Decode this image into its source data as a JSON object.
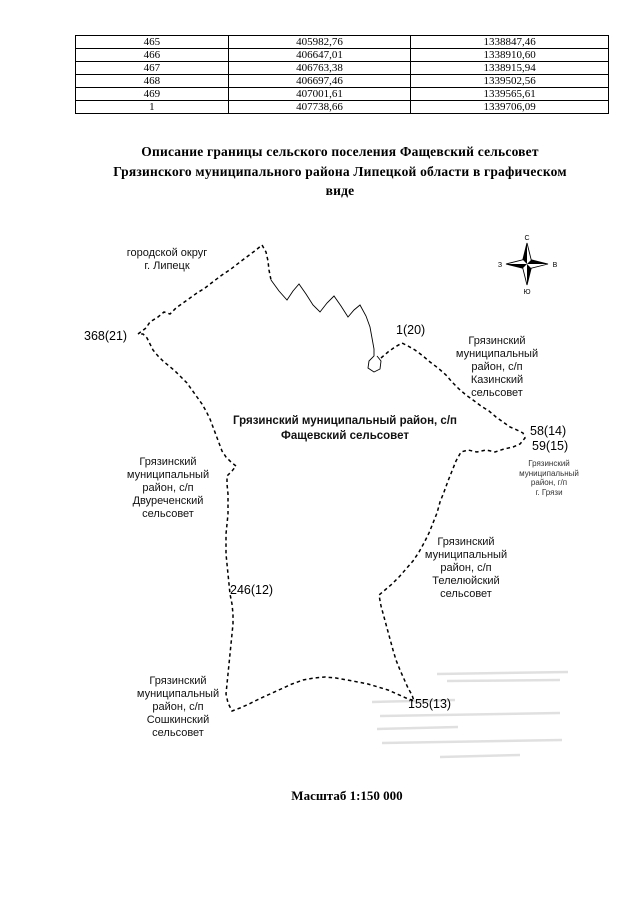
{
  "document": {
    "title": "Описание границы сельского поселения Фащевский сельсовет\nГрязинского муниципального района Липецкой области в графическом\nвиде"
  },
  "table": {
    "rows": [
      [
        "465",
        "405982,76",
        "1338847,46"
      ],
      [
        "466",
        "406647,01",
        "1338910,60"
      ],
      [
        "467",
        "406763,38",
        "1338915,94"
      ],
      [
        "468",
        "406697,46",
        "1339502,56"
      ],
      [
        "469",
        "407001,61",
        "1339565,61"
      ],
      [
        "1",
        "407738,66",
        "1339706,09"
      ]
    ]
  },
  "map": {
    "labels": {
      "lipetsk": "городской округ\nг. Липецк",
      "kazinsky": "Грязинский\nмуниципальный\nрайон, с/п\nКазинский\nсельсовет",
      "fashchevsky": "Грязинский муниципальный район, с/п\nФащевский сельсовет",
      "gryazi": "Грязинский\nмуниципальный\nрайон, г/п\nг. Грязи",
      "dvurechensky": "Грязинский\nмуниципальный\nрайон, с/п\nДвуреченский\nсельсовет",
      "telelyusky": "Грязинский\nмуниципальный\nрайон, с/п\nТелелюйский\nсельсовет",
      "soshkinsky": "Грязинский\nмуниципальный\nрайон, с/п\nСошкинский\nсельсовет"
    },
    "points": {
      "p368": "368(21)",
      "p1": "1(20)",
      "p58": "58(14)",
      "p59": "59(15)",
      "p246": "246(12)",
      "p155": "155(13)"
    },
    "compass": {
      "n": "С",
      "s": "Ю",
      "w": "З",
      "e": "В"
    },
    "scale": "Масштаб 1:150 000",
    "line_color": "#000000"
  }
}
